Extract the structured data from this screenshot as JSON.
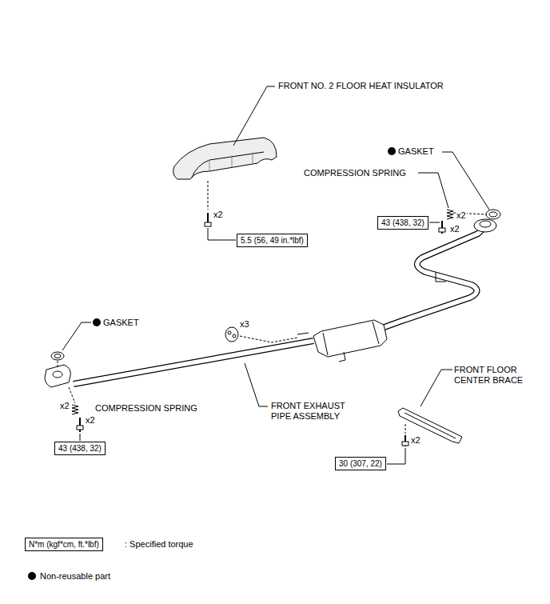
{
  "diagram": {
    "nodes": [
      {
        "text": [
          "43 (438, 32)"
        ]
      },
      {
        "text": [
          "5.5 (56, 49 in.*lbf)"
        ]
      },
      {
        "text": [
          "43 (438, 32)"
        ]
      },
      {
        "text": [
          "30 (307, 22)"
        ]
      },
      {
        "text": [
          "N*m (kgf*cm, ft.*lbf)"
        ]
      }
    ],
    "edges": [],
    "labels": [
      "FRONT NO. 2 FLOOR HEAT INSULATOR",
      "x2",
      "GASKET",
      "COMPRESSION SPRING",
      "x2",
      "x2",
      "GASKET",
      "x3",
      "x2",
      "COMPRESSION SPRING",
      "x2",
      "FRONT EXHAUST PIPE ASSEMBLY",
      "FRONT FLOOR CENTER BRACE",
      "x2"
    ],
    "legend": [
      {
        "text": ": Specified torque"
      },
      {
        "text": "Non-reusable part"
      }
    ]
  }
}
